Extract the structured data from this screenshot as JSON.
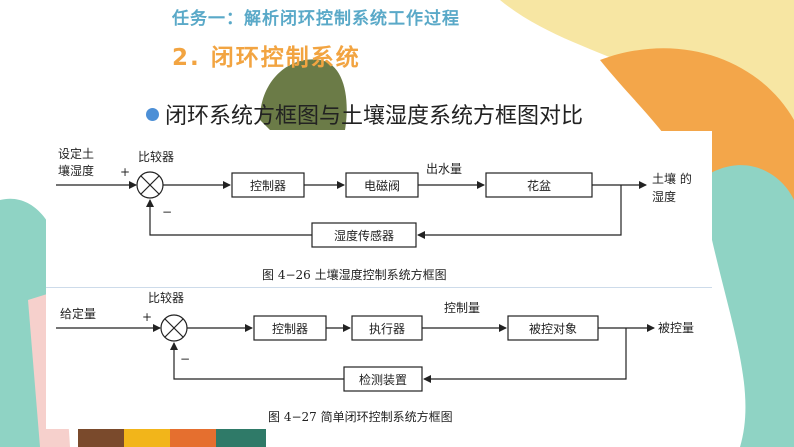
{
  "header": {
    "task_title": "任务一：解析闭环控制系统工作过程",
    "section_title": "2. 闭环控制系统"
  },
  "bullet": {
    "text": "闭环系统方框图与土壤湿度系统方框图对比"
  },
  "diagram1": {
    "input_label_line1": "设定土",
    "input_label_line2": "壤湿度",
    "comparator_label": "比较器",
    "plus": "+",
    "minus": "−",
    "block_controller": "控制器",
    "block_valve": "电磁阀",
    "flow_label": "出水量",
    "block_pot": "花盆",
    "output_label_line1": "土壤 的",
    "output_label_line2": "湿度",
    "feedback_block": "湿度传感器",
    "caption": "图 4−26    土壤湿度控制系统方框图"
  },
  "diagram2": {
    "input_label": "给定量",
    "comparator_label": "比较器",
    "plus": "+",
    "minus": "−",
    "block_controller": "控制器",
    "block_actuator": "执行器",
    "control_label": "控制量",
    "block_plant": "被控对象",
    "output_label": "被控量",
    "feedback_block": "检测装置",
    "caption": "图 4−27    简单闭环控制系统方框图"
  },
  "colors": {
    "title_blue": "#5aa9c8",
    "title_orange": "#f2a441",
    "bullet_blue": "#4c8fd6",
    "bg_teal": "#8fd3c4",
    "bg_yellow": "#f7e6a3",
    "bg_orange": "#f3a64a",
    "bg_pink": "#f3b9b3",
    "bg_olive": "#6b7b47"
  }
}
